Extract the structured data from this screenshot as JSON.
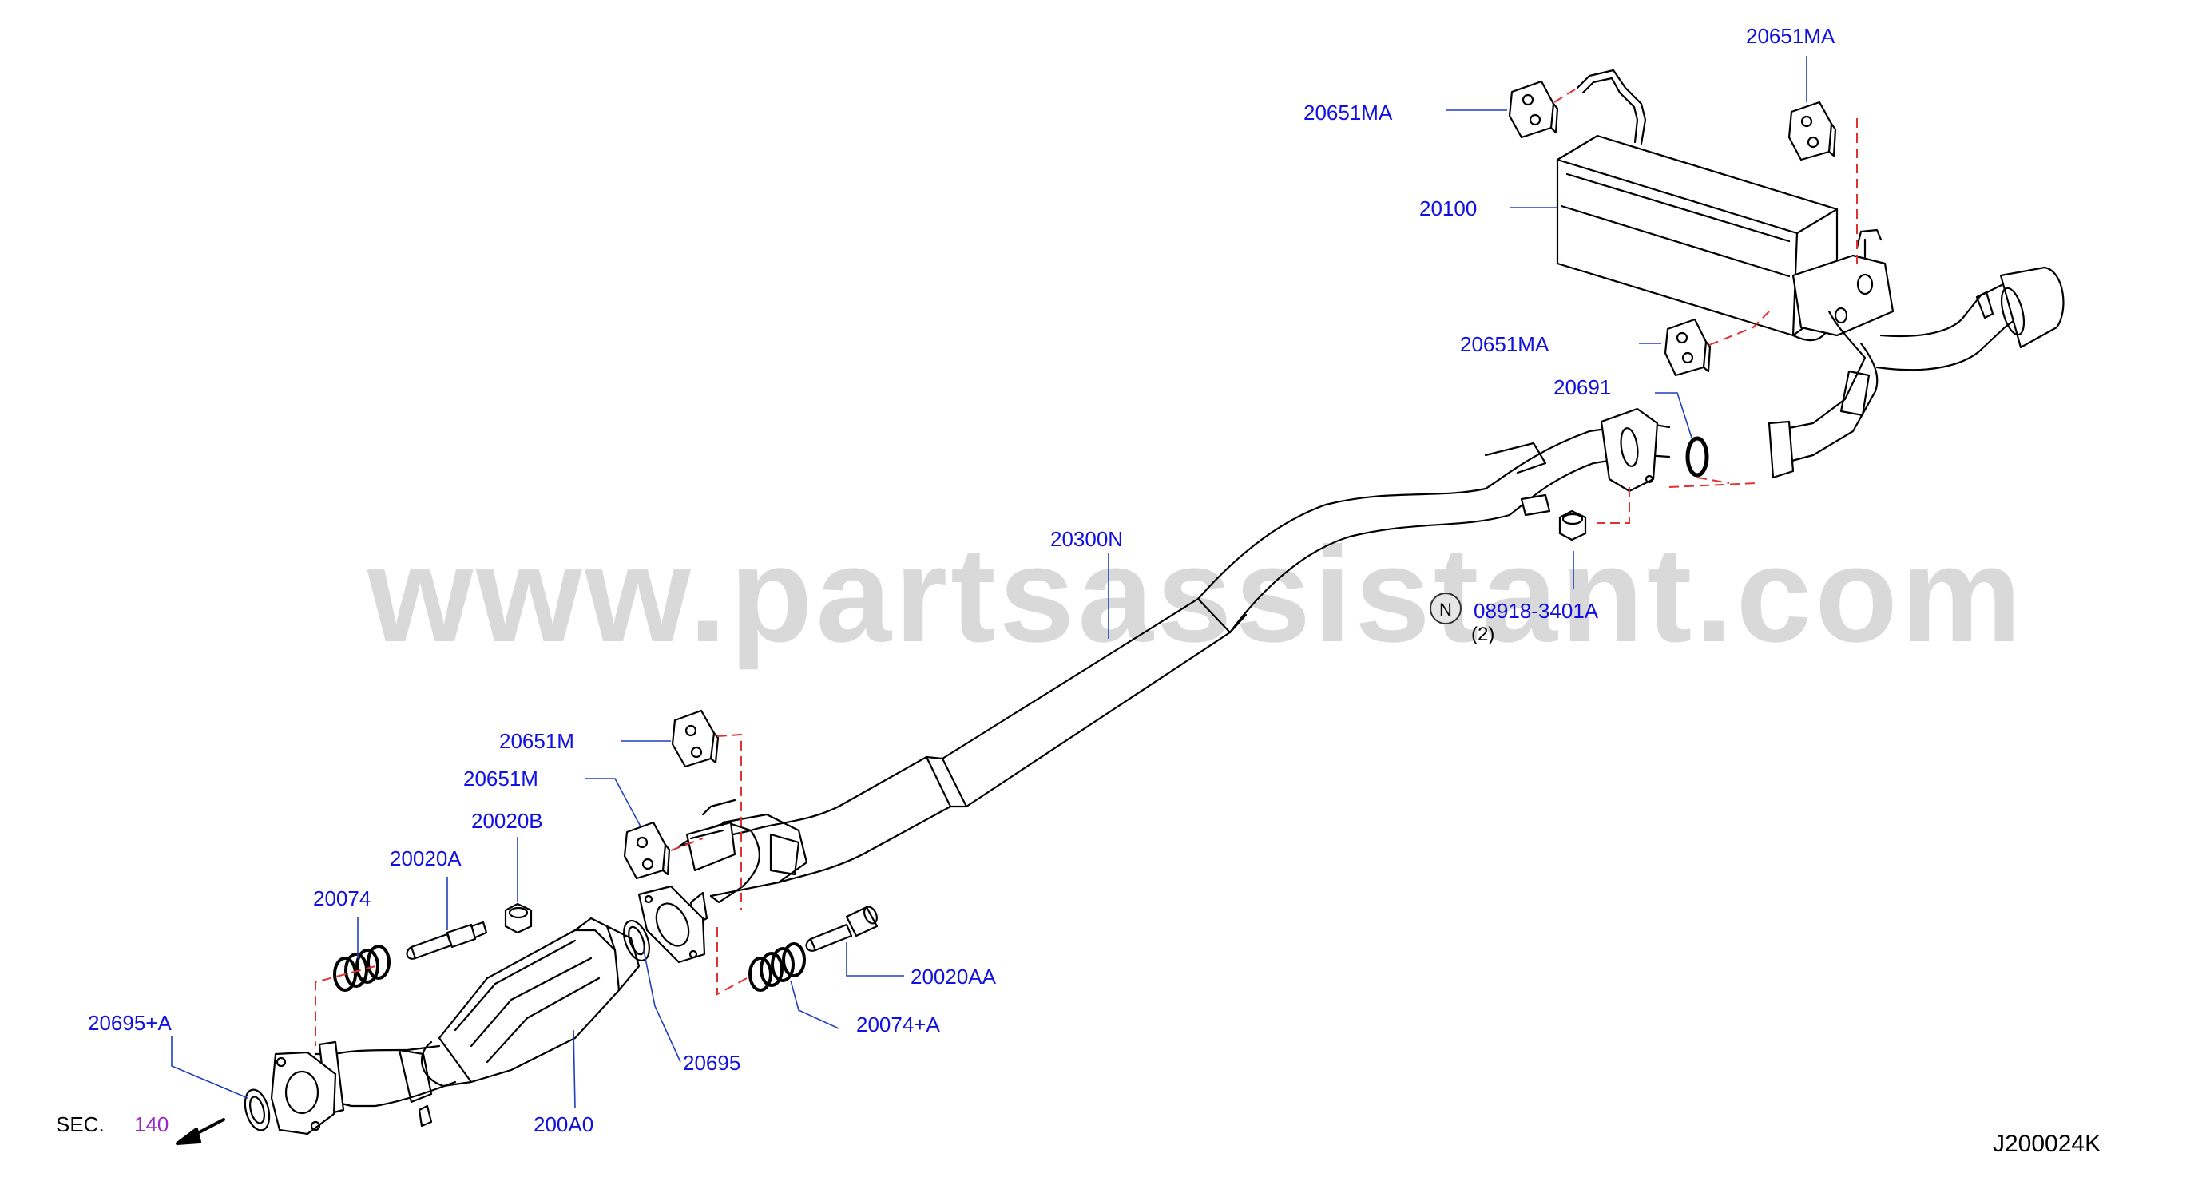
{
  "watermark": "www.partsassistant.com",
  "drawing_code": "J200024K",
  "section_ref": {
    "prefix": "SEC.",
    "number": "140"
  },
  "callouts": {
    "muffler_mount_top_right": "20651MA",
    "muffler_mount_top_left": "20651MA",
    "main_muffler": "20100",
    "muffler_mount_lower": "20651MA",
    "seal_ring_rear": "20691",
    "center_tube": "20300N",
    "nut_part": "08918-3401A",
    "nut_qty": "(2)",
    "nut_symbol": "N",
    "front_mount_upper": "20651M",
    "front_mount_lower": "20651M",
    "stud_b": "20020B",
    "stud_a": "20020A",
    "spring_left": "20074",
    "gasket_front": "20695+A",
    "bolt_aa": "20020AA",
    "spring_right": "20074+A",
    "gasket_mid": "20695",
    "catalytic_converter": "200A0"
  },
  "colors": {
    "label": "#1010e0",
    "leader": "#1f3fbf",
    "dashed": "#e03030",
    "outline": "#000000",
    "watermark": "#d9d9d9",
    "section_number": "#9b27c9"
  }
}
